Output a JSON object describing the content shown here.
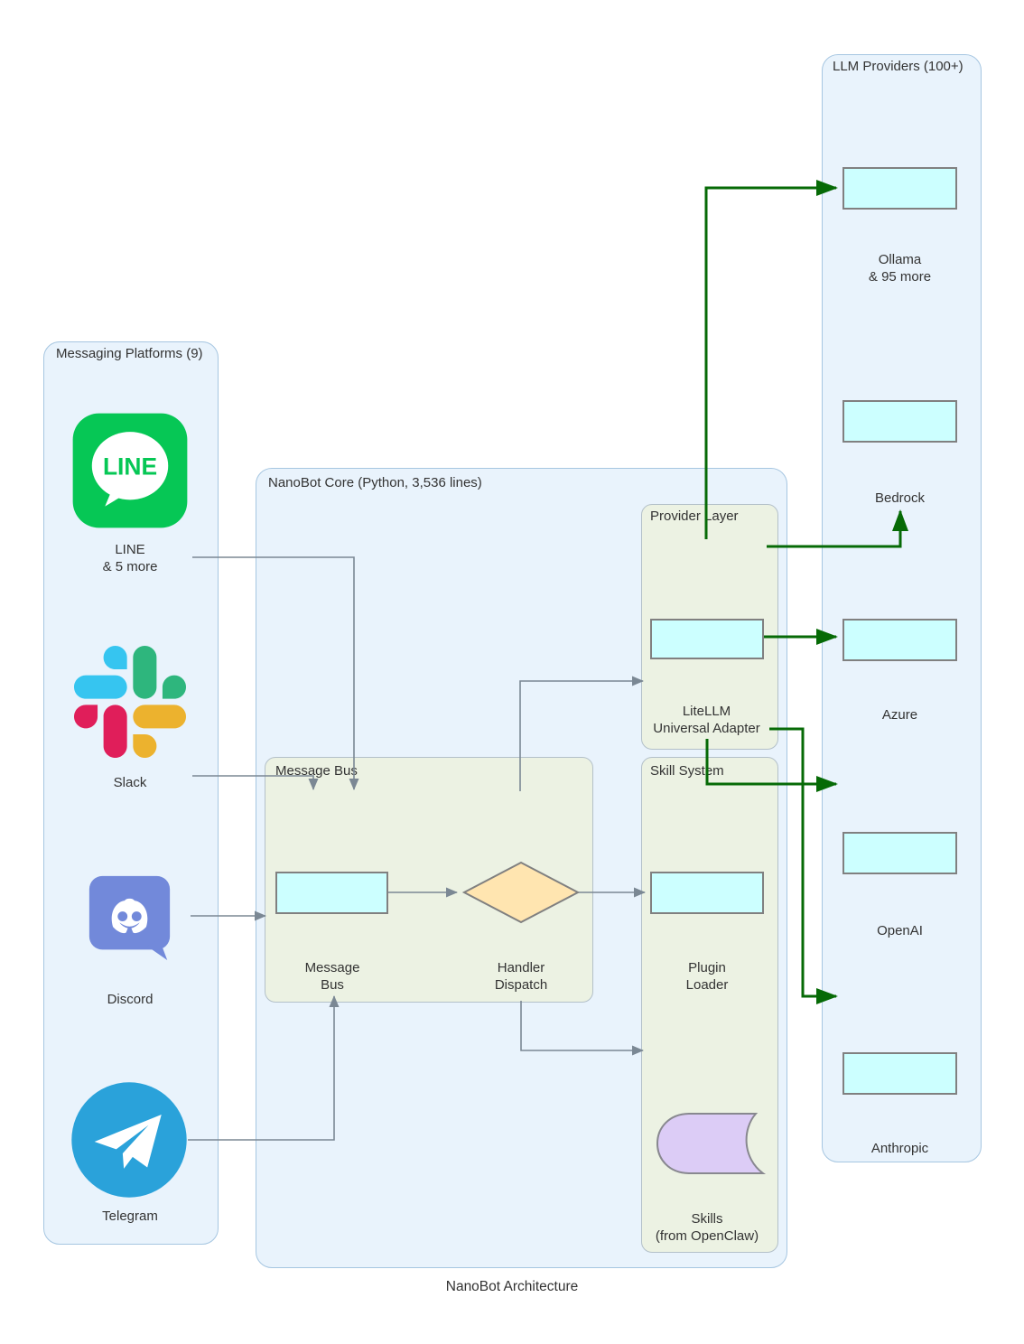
{
  "caption": "NanoBot Architecture",
  "colors": {
    "green_arrow": "#066a06",
    "gray_arrow": "#7b8894",
    "node_fill": "#ccffff",
    "diamond_fill": "#ffe5b0",
    "skills_fill": "#dcccf6",
    "container_fill": "#e9f3fc",
    "subgroup_fill": "#ecf2e3",
    "line_brand": "#06C755",
    "discord_brand": "#7289DA",
    "telegram_brand": "#2aa2da"
  },
  "messaging": {
    "title": "Messaging Platforms (9)",
    "line": {
      "label1": "LINE",
      "label2": "& 5 more",
      "icon_text": "LINE"
    },
    "slack": {
      "label": "Slack"
    },
    "discord": {
      "label": "Discord"
    },
    "telegram": {
      "label": "Telegram"
    }
  },
  "core": {
    "title": "NanoBot Core (Python, 3,536 lines)",
    "message_bus": {
      "title": "Message Bus",
      "bus": {
        "label1": "Message",
        "label2": "Bus"
      },
      "dispatch": {
        "label1": "Handler",
        "label2": "Dispatch"
      }
    },
    "provider_layer": {
      "title": "Provider Layer",
      "adapter": {
        "label1": "LiteLLM",
        "label2": "Universal Adapter"
      }
    },
    "skill_system": {
      "title": "Skill System",
      "plugin": {
        "label1": "Plugin",
        "label2": "Loader"
      },
      "skills": {
        "label1": "Skills",
        "label2": "(from OpenClaw)"
      }
    }
  },
  "providers": {
    "title": "LLM Providers (100+)",
    "items": [
      {
        "label1": "Ollama",
        "label2": "& 95 more"
      },
      {
        "label1": "Bedrock",
        "label2": ""
      },
      {
        "label1": "Azure",
        "label2": ""
      },
      {
        "label1": "OpenAI",
        "label2": ""
      },
      {
        "label1": "Anthropic",
        "label2": ""
      }
    ]
  }
}
